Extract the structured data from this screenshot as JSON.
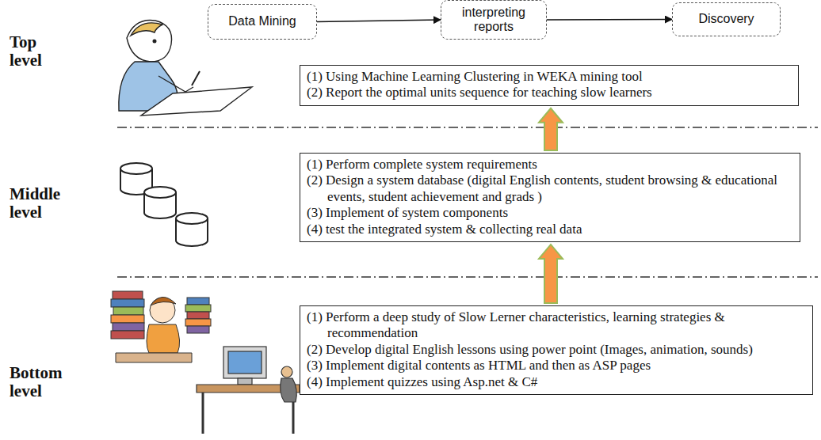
{
  "diagram": {
    "nodes": [
      {
        "text": [
          "Data Mining"
        ]
      },
      {
        "text": [
          "interpreting reports"
        ]
      },
      {
        "text": [
          "Discovery"
        ]
      },
      {
        "text": [
          "(1) Using Machine Learning Clustering in WEKA mining tool",
          "(2) Report the optimal units sequence for teaching slow learners"
        ]
      },
      {
        "text": [
          "(1) Perform complete system requirements",
          "(2) Design a system database (digital English contents, student browsing & educational events, student achievement and grads )",
          "(3) Implement of system components",
          "(4) test the integrated system & collecting real data"
        ]
      },
      {
        "text": [
          "(1) Perform a deep study of Slow Lerner characteristics, learning strategies & recommendation",
          "(2) Develop digital English lessons using power point (Images, animation, sounds)",
          "(3) Implement digital contents as HTML and then as ASP pages",
          "(4) Implement quizzes using Asp.net & C#"
        ]
      }
    ],
    "edges": [
      {
        "from": 0,
        "to": 1,
        "arrow": "to"
      },
      {
        "from": 1,
        "to": 2,
        "arrow": "to"
      },
      {
        "from": 5,
        "to": 4,
        "arrow": "to"
      },
      {
        "from": 4,
        "to": 3,
        "arrow": "to"
      }
    ],
    "labels": [
      "Top level",
      "Middle level",
      "Bottom level"
    ]
  }
}
